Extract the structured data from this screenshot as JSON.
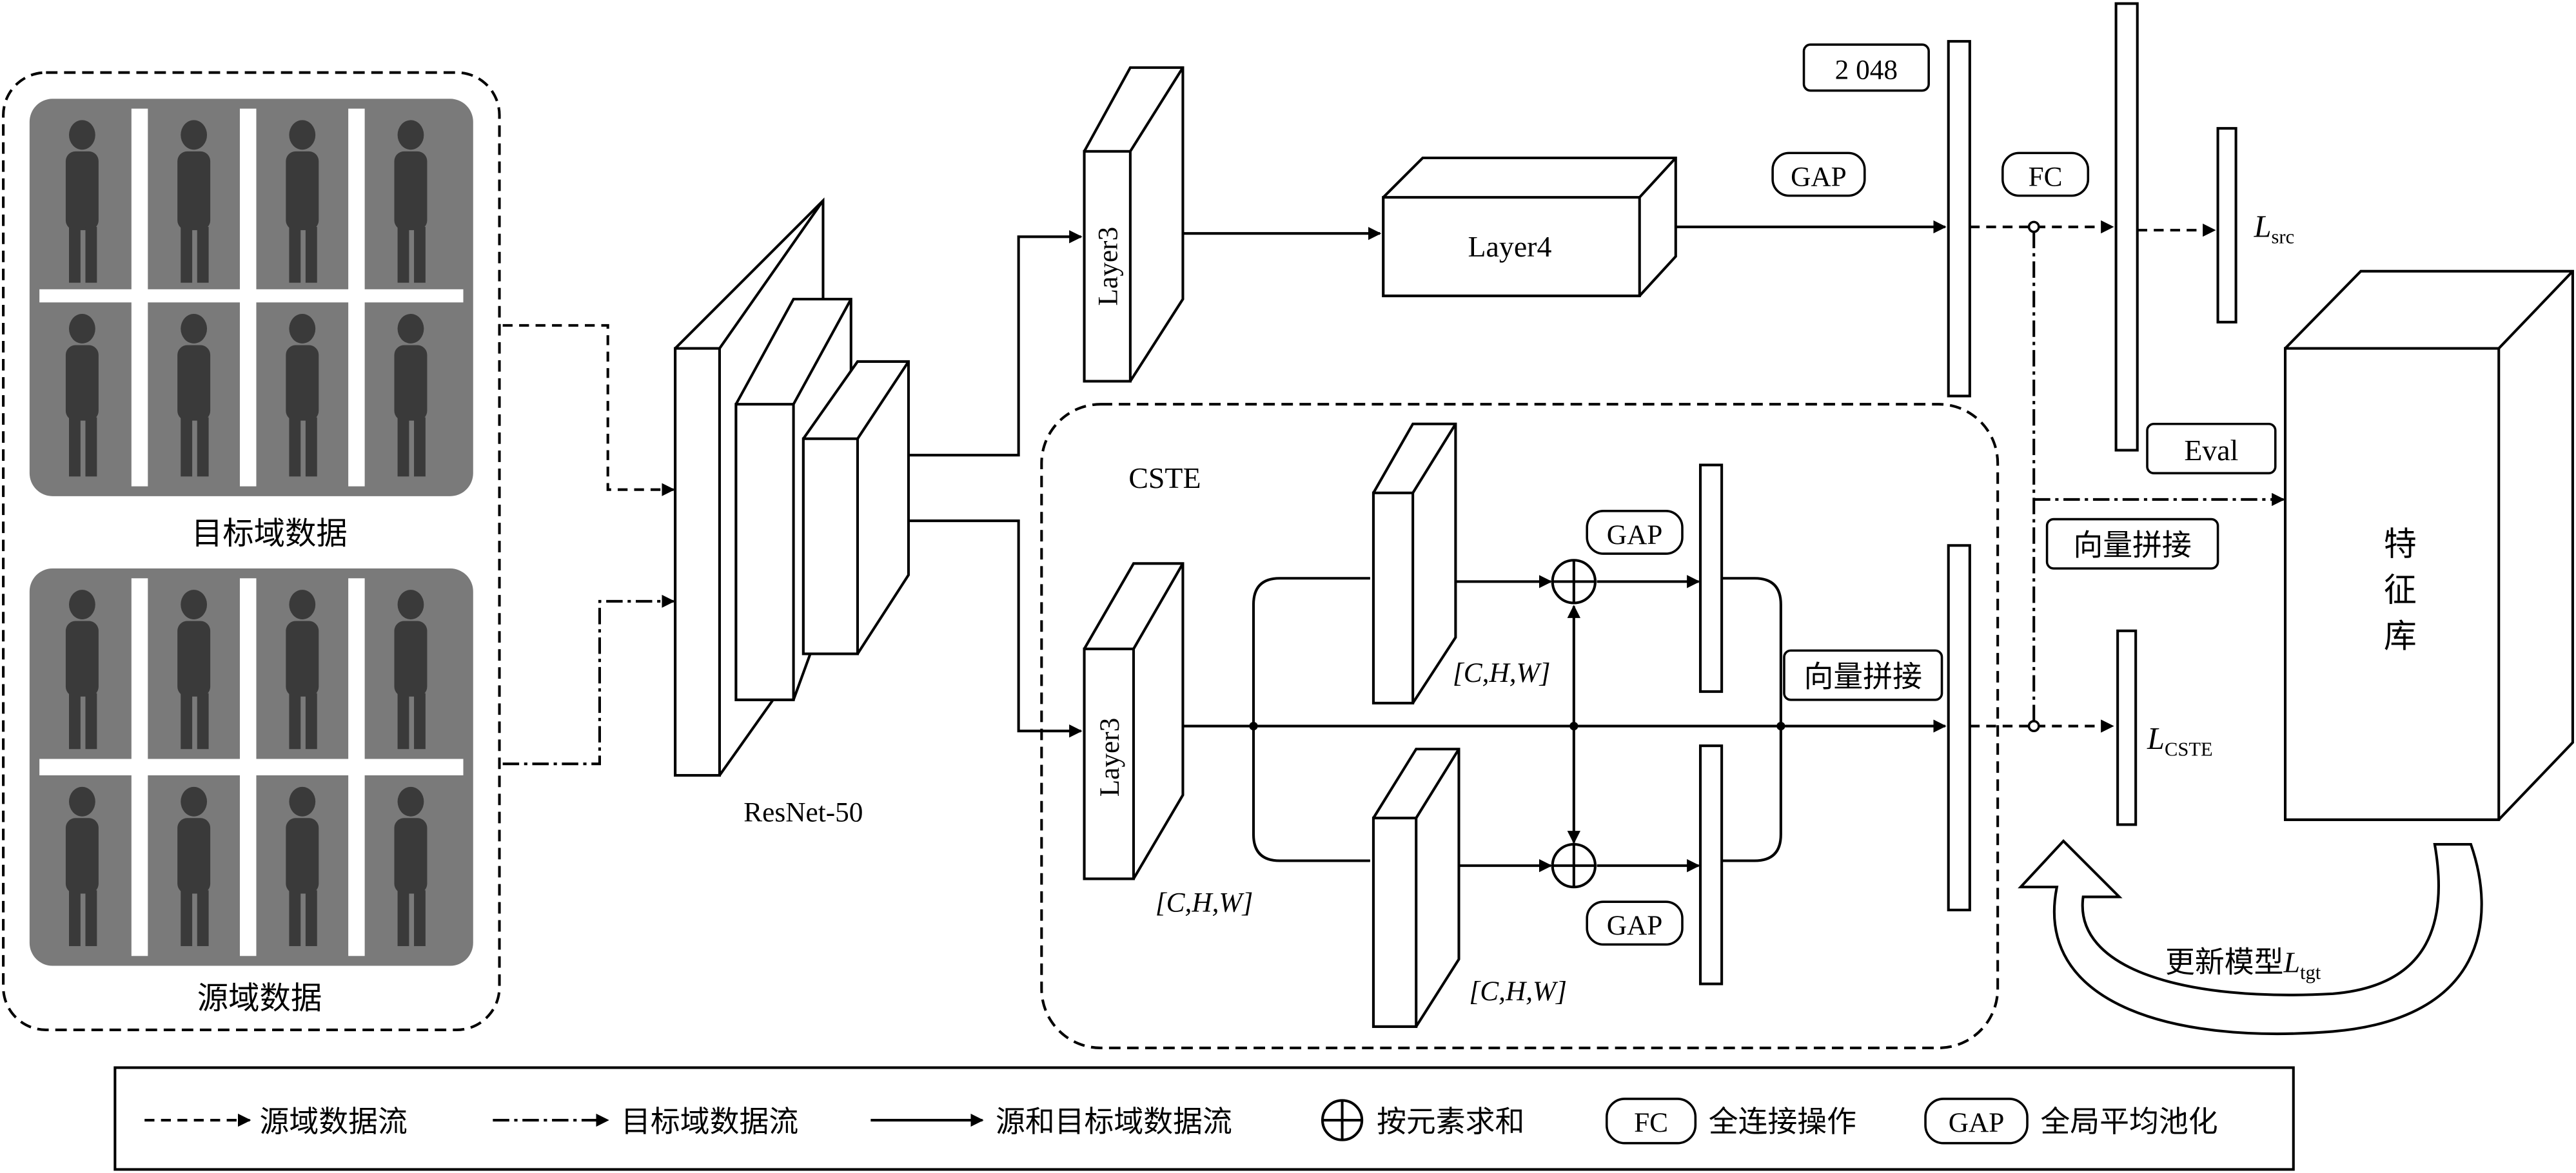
{
  "colors": {
    "ink": "#000000",
    "photo_panel": "#7a7a7a",
    "photo_gap": "#ffffff"
  },
  "inputs": {
    "target_label": "目标域数据",
    "source_label": "源域数据"
  },
  "backbone": {
    "label": "ResNet-50"
  },
  "top_branch": {
    "layer3": "Layer3",
    "layer4": "Layer4",
    "gap": "GAP",
    "dim": "2 048",
    "fc": "FC",
    "loss_main": "L",
    "loss_sub": "src"
  },
  "cste": {
    "title": "CSTE",
    "layer3": "Layer3",
    "shape_layer3": "[C,H,W]",
    "shape_upper": "[C,H,W]",
    "shape_lower": "[C,H,W]",
    "gap_upper": "GAP",
    "gap_lower": "GAP",
    "concat": "向量拼接",
    "loss_main": "L",
    "loss_sub": "CSTE"
  },
  "right": {
    "eval": "Eval",
    "concat": "向量拼接",
    "feature_bank": [
      "特",
      "征",
      "库"
    ],
    "update_prefix": "更新模型",
    "update_loss_main": "L",
    "update_loss_sub": "tgt"
  },
  "legend": {
    "source_flow": "源域数据流",
    "target_flow": "目标域数据流",
    "joint_flow": "源和目标域数据流",
    "elementwise_sum": "按元素求和",
    "fc_symbol": "FC",
    "fc_desc": "全连接操作",
    "gap_symbol": "GAP",
    "gap_desc": "全局平均池化"
  }
}
